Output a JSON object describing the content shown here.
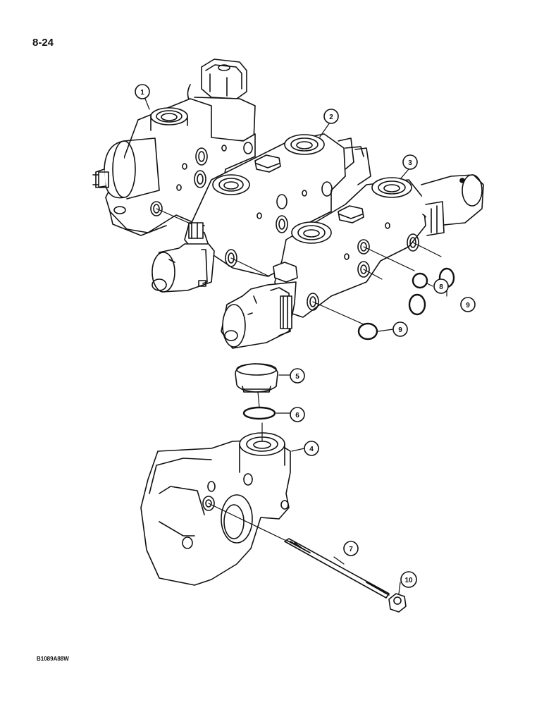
{
  "page_number": "8-24",
  "figure_code": "B1089A88W",
  "callouts": [
    {
      "id": "callout-1",
      "label": "1"
    },
    {
      "id": "callout-2",
      "label": "2"
    },
    {
      "id": "callout-3",
      "label": "3"
    },
    {
      "id": "callout-4",
      "label": "4"
    },
    {
      "id": "callout-5",
      "label": "5"
    },
    {
      "id": "callout-6",
      "label": "6"
    },
    {
      "id": "callout-7",
      "label": "7"
    },
    {
      "id": "callout-8",
      "label": "8"
    },
    {
      "id": "callout-9a",
      "label": "9"
    },
    {
      "id": "callout-9b",
      "label": "9"
    },
    {
      "id": "callout-10",
      "label": "10"
    }
  ],
  "colors": {
    "ink": "#111111",
    "paper": "#ffffff"
  }
}
